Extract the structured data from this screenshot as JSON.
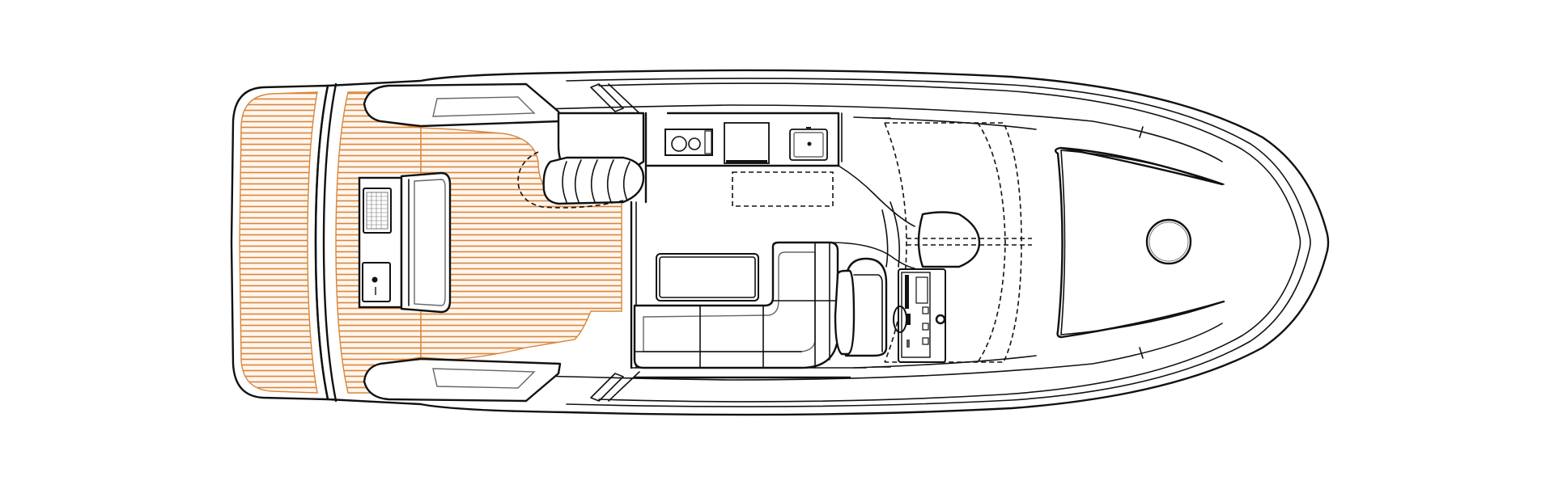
{
  "diagram": {
    "type": "boat-deck-plan",
    "view": "top",
    "orientation": "bow-right",
    "colors": {
      "background": "#ffffff",
      "line": "#111111",
      "teak_deck": "#d9853b",
      "teak_fill": "#fbe9d8"
    },
    "areas": [
      {
        "id": "swim-platform",
        "label": "Swim platform (teak)"
      },
      {
        "id": "aft-deck",
        "label": "Aft deck (teak)"
      },
      {
        "id": "cockpit",
        "label": "Cockpit (teak)"
      },
      {
        "id": "wet-bar",
        "label": "Wet bar with grill and sink"
      },
      {
        "id": "aft-bench",
        "label": "Aft bench seat"
      },
      {
        "id": "lounger",
        "label": "Sun lounger"
      },
      {
        "id": "galley",
        "label": "Galley: cooktop, fridge, sink"
      },
      {
        "id": "dinette",
        "label": "L-shaped dinette with table"
      },
      {
        "id": "helm-seat",
        "label": "Helm seat"
      },
      {
        "id": "helm-console",
        "label": "Helm console with wheel"
      },
      {
        "id": "windshield",
        "label": "Windshield (dashed)"
      },
      {
        "id": "foredeck-hatch",
        "label": "Foredeck sunpad area"
      },
      {
        "id": "forward-hatch",
        "label": "Round forward hatch"
      }
    ]
  }
}
